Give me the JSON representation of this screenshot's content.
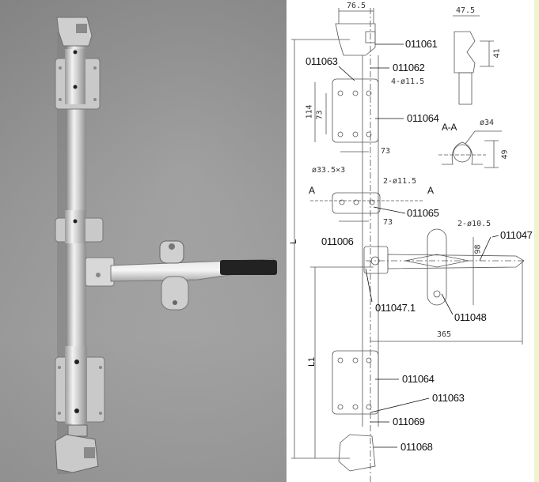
{
  "photo": {
    "description": "Grayscale photo of a container door lock bar assembly mounted vertically on a gray wall, with a horizontal handle lever with black grip"
  },
  "drawing": {
    "top_dims": {
      "width_top": "76.5",
      "side_width": "47.5",
      "side_height": "41"
    },
    "bracket_dims": {
      "height_outer": "114",
      "height_inner": "73",
      "holes": "4-ø11.5",
      "width": "73"
    },
    "tube": "ø33.5×3",
    "section": {
      "label": "A-A",
      "diameter": "ø34",
      "height": "49",
      "marker_left": "A",
      "marker_right": "A"
    },
    "guide_dims": {
      "holes": "2-ø11.5",
      "width": "73"
    },
    "handle_dims": {
      "holes": "2-ø10.5",
      "height": "98",
      "length": "365"
    },
    "overall": {
      "L": "L",
      "L1": "L1"
    },
    "parts": [
      {
        "id": "011061"
      },
      {
        "id": "011062"
      },
      {
        "id": "011063"
      },
      {
        "id": "011064"
      },
      {
        "id": "011065"
      },
      {
        "id": "011006"
      },
      {
        "id": "011047"
      },
      {
        "id": "011047.1"
      },
      {
        "id": "011048"
      },
      {
        "id": "011064"
      },
      {
        "id": "011063"
      },
      {
        "id": "011069"
      },
      {
        "id": "011068"
      }
    ]
  },
  "colors": {
    "photo_bg": "#999999",
    "line": "#444444",
    "edge": "#eef5cc"
  }
}
